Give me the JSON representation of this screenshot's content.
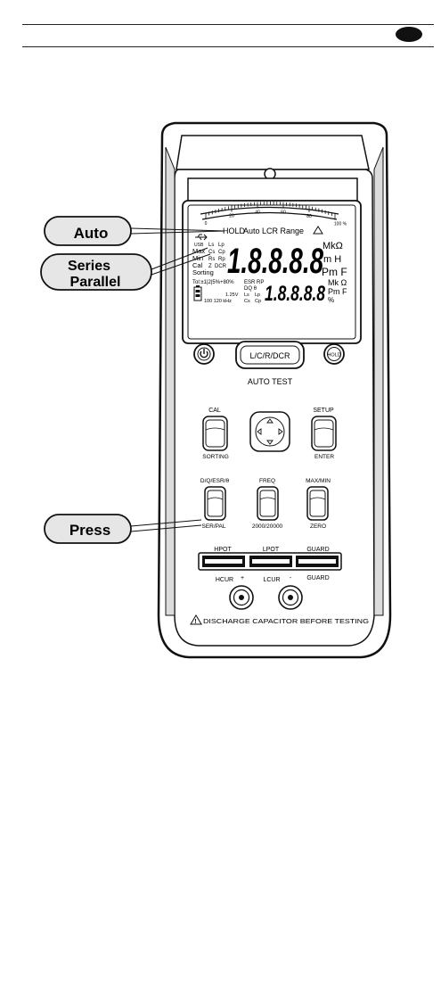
{
  "callouts": {
    "auto": "Auto",
    "series_line1": "Series",
    "series_line2": "Parallel",
    "press": "Press"
  },
  "lcd": {
    "bar_scale": [
      "0",
      "20",
      "40",
      "60",
      "80",
      "100 %"
    ],
    "hold": "HOLD",
    "auto_range": "Auto LCR Range",
    "usb": "USB",
    "ls": "Ls",
    "lp": "Lp",
    "max": "Max",
    "cs": "Cs",
    "cp": "Cp",
    "min": "Min",
    "rs": "Rs",
    "rp": "Rp",
    "cal": "Cal",
    "z": "Z",
    "dcr": "DCR",
    "sorting": "Sorting",
    "main_digits": "1.8.8.8.8",
    "unit_mk_ohm": "MkΩ",
    "unit_m_h": "m H",
    "unit_pn_f": "Pm F",
    "tol": "Tol:±1|2|5%+80%",
    "esr_rp": "ESR RP",
    "dq": "DQ θ",
    "v125": "1.25V",
    "ls2": "Ls",
    "lp2": "Lp",
    "freqs": "100 120 kHz",
    "cs2": "Cs",
    "cp2": "Cp",
    "sec_digits": "1.8.8.8.8",
    "unit2_mk_ohm": "Mk Ω",
    "unit2_pn_f": "Pm F",
    "unit2_pct": "%"
  },
  "buttons": {
    "lcr_dcr": "L/C/R/DCR",
    "auto_test": "AUTO TEST",
    "hold": "HOLD",
    "cal": "CAL",
    "sorting": "SORTING",
    "setup": "SETUP",
    "enter": "ENTER",
    "dq_esr": "D/Q/ESR/θ",
    "ser_pal": "SER/PAL",
    "freq": "FREQ",
    "freq_values": "2000/20000",
    "max_min": "MAX/MIN",
    "zero": "ZERO"
  },
  "terminals": {
    "hpot": "HPOT",
    "lpot": "LPOT",
    "guard_top": "GUARD",
    "hcur": "HCUR",
    "plus": "+",
    "lcur": "LCUR",
    "minus": "-",
    "guard_bottom": "GUARD"
  },
  "warning": "DISCHARGE CAPACITOR BEFORE TESTING",
  "icons": [
    "power-icon",
    "warning-triangle-icon",
    "battery-icon",
    "usb-icon",
    "dpad-arrows-icon"
  ]
}
